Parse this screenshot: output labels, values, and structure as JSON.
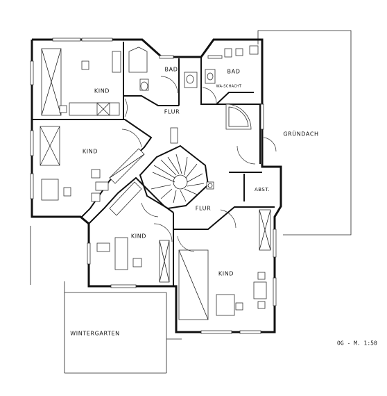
{
  "drawing": {
    "scale_note": "OG - M. 1:50"
  },
  "rooms": [
    {
      "id": "kind-nw",
      "label": "KIND"
    },
    {
      "id": "kind-w",
      "label": "KIND"
    },
    {
      "id": "bad-1",
      "label": "BAD"
    },
    {
      "id": "bad-2",
      "label": "BAD"
    },
    {
      "id": "wa-schacht",
      "label": "WA-SCHACHT"
    },
    {
      "id": "flur-1",
      "label": "FLUR"
    },
    {
      "id": "gruendach",
      "label": "GRÜNDACH"
    },
    {
      "id": "abst",
      "label": "ABST."
    },
    {
      "id": "flur-2",
      "label": "FLUR"
    },
    {
      "id": "kind-c",
      "label": "KIND"
    },
    {
      "id": "kind-se",
      "label": "KIND"
    },
    {
      "id": "wintergarten",
      "label": "WINTERGARTEN"
    }
  ]
}
